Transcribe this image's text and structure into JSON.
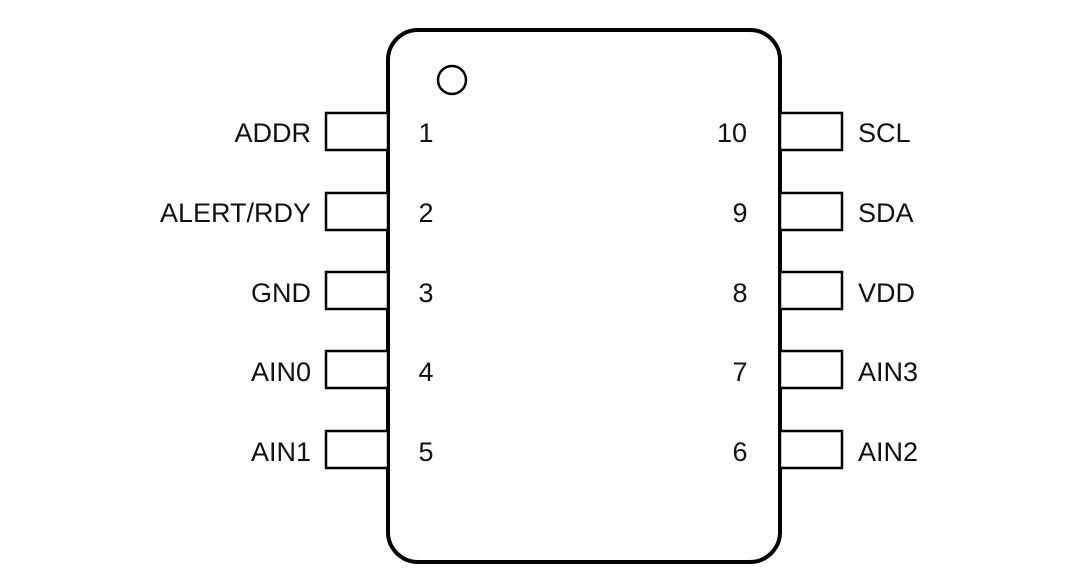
{
  "package": {
    "outline_color": "#000000",
    "background_color": "#ffffff"
  },
  "pins_left": [
    {
      "number": "1",
      "name": "ADDR"
    },
    {
      "number": "2",
      "name": "ALERT/RDY"
    },
    {
      "number": "3",
      "name": "GND"
    },
    {
      "number": "4",
      "name": "AIN0"
    },
    {
      "number": "5",
      "name": "AIN1"
    }
  ],
  "pins_right": [
    {
      "number": "10",
      "name": "SCL"
    },
    {
      "number": "9",
      "name": "SDA"
    },
    {
      "number": "8",
      "name": "VDD"
    },
    {
      "number": "7",
      "name": "AIN3"
    },
    {
      "number": "6",
      "name": "AIN2"
    }
  ]
}
